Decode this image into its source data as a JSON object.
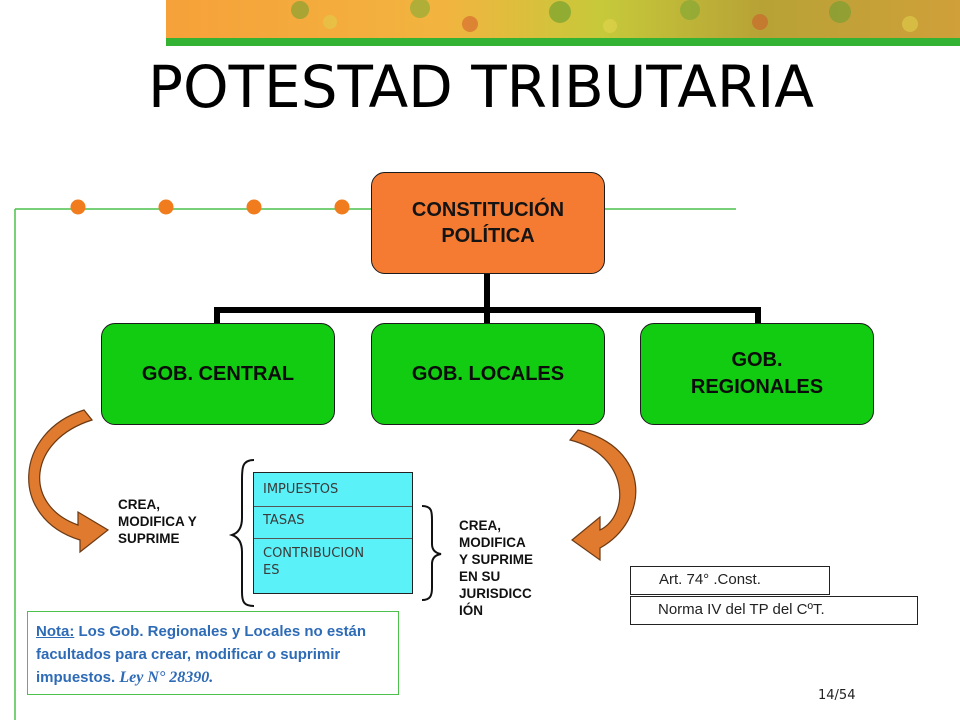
{
  "title": "POTESTAD TRIBUTARIA",
  "root": {
    "line1": "CONSTITUCIÓN",
    "line2": "POLÍTICA"
  },
  "children": {
    "central": "GOB. CENTRAL",
    "locales": "GOB. LOCALES",
    "regionales": {
      "line1": "GOB.",
      "line2": "REGIONALES"
    }
  },
  "left_label": {
    "line1": "CREA,",
    "line2": "MODIFICA Y",
    "line3": "SUPRIME"
  },
  "right_label": {
    "line1": "CREA,",
    "line2": "MODIFICA",
    "line3": "Y SUPRIME",
    "line4": "EN SU",
    "line5": "JURISDICC",
    "line6": "IÓN"
  },
  "tributes": {
    "item1": "IMPUESTOS",
    "item2": "TASAS",
    "item3_line1": "CONTRIBUCION",
    "item3_line2": "ES"
  },
  "note": {
    "label": "Nota:",
    "text": " Los Gob. Regionales y Locales no están facultados para crear, modificar o suprimir impuestos. ",
    "law": "Ley N° 28390."
  },
  "references": {
    "ref1": "Art. 74° .Const.",
    "ref2": "Norma IV del TP del CºT."
  },
  "page_number": "14/54",
  "colors": {
    "root_box": "#f57b33",
    "child_boxes": "#11cc11",
    "tributes_table": "#5bf1f8",
    "arrows": "#e07a2e",
    "accent_lines": "#4cc24c",
    "note_text": "#2e6bb6"
  }
}
